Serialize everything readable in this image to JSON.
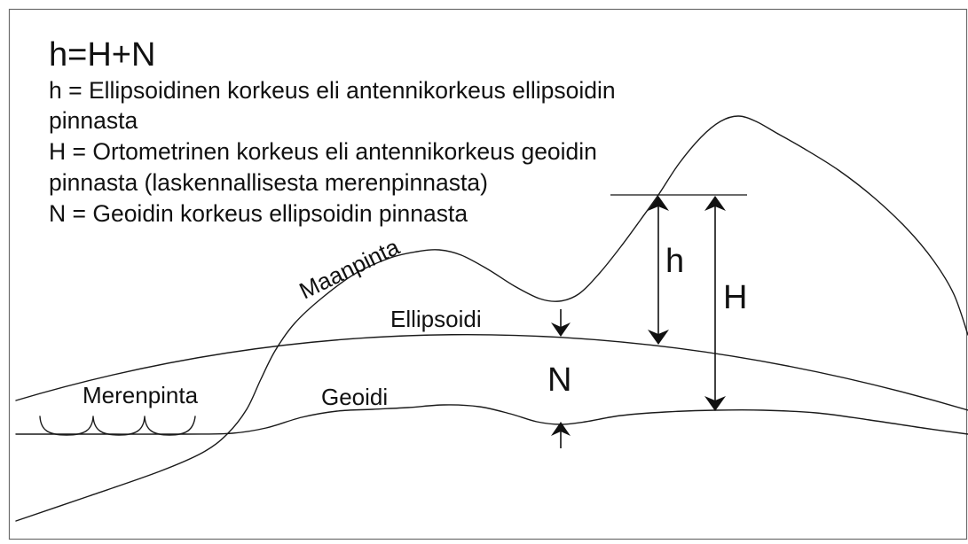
{
  "formula": "h=H+N",
  "legend": [
    "h = Ellipsoidinen korkeus eli antennikorkeus ellipsoidin",
    "pinnasta",
    "H = Ortometrinen korkeus eli antennikorkeus geoidin",
    "pinnasta (laskennallisesta merenpinnasta)",
    "N = Geoidin korkeus ellipsoidin pinnasta"
  ],
  "labels": {
    "maanpinta": "Maanpinta",
    "ellipsoidi": "Ellipsoidi",
    "merenpinta": "Merenpinta",
    "geoidi": "Geoidi",
    "h": "h",
    "H": "H",
    "N": "N"
  }
}
